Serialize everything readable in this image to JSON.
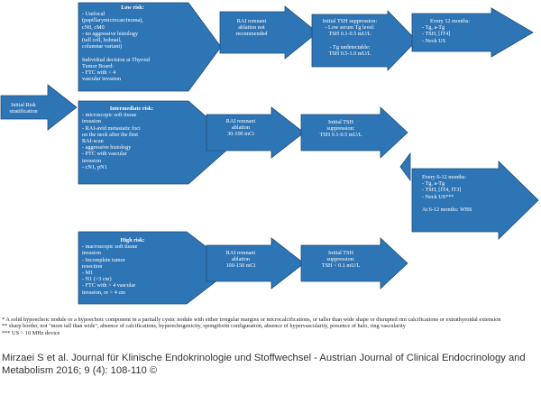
{
  "colors": {
    "box_fill": "#2e75b6",
    "box_stroke": "#1f4e79",
    "text_on_box": "#ffffff",
    "footnote_text": "#222222",
    "citation_text": "#333333"
  },
  "start": {
    "lines": [
      "Initial Risk",
      "stratification"
    ]
  },
  "low": {
    "title": "Low risk:",
    "criteria": [
      "- Unifocal",
      "(papillarymicrocarcinoma),",
      "cN0, cM0",
      "- no aggressive histology",
      "(tall cell, hobnail,",
      "columnar variant)",
      "",
      "Individual decision at Thyroid",
      "Tumor Board:",
      "- FTC with < 4",
      "vascular invasion"
    ],
    "ablation": [
      "RAI remnant",
      "ablation not",
      "recommended"
    ],
    "tsh": [
      "Initial TSH suppression:",
      "- Low serum Tg level:",
      "TSH 0.1-0.5 mU/L",
      "",
      "- Tg undetectable:",
      "TSH 0.5-1.0 mU/L"
    ],
    "followup": [
      "Every 12 months:",
      "- Tg, a-Tg",
      "- TSH, [fT4]",
      "- Neck US"
    ]
  },
  "intermediate": {
    "title": "Intermediate risk:",
    "criteria": [
      "- microscopic soft tissue",
      "invasion",
      "- RAI-avid metastatic foci",
      "on the neck after the first",
      "RAI-scan",
      "- aggressive histology",
      "- PTC with vascular",
      "invasion",
      "- cN1, pN1"
    ],
    "ablation": [
      "RAI remnant",
      "ablation",
      "30-100 mCi"
    ],
    "tsh": [
      "Initial TSH",
      "suppression:",
      "TSH 0.1-0.5 mU/L"
    ]
  },
  "high": {
    "title": "High risk:",
    "criteria": [
      "- macroscopic soft tissue",
      "invasion",
      "- Incomplete tumor",
      "resection",
      "- M1",
      "- N1 (>3 cm)",
      "- FTC with > 4 vascular",
      "invasion, or > 4 cm"
    ],
    "ablation": [
      "RAI remnant",
      "ablation",
      "100-150 mCi"
    ],
    "tsh": [
      "Initial TSH",
      "suppression:",
      "TSH < 0.1 mU/L"
    ]
  },
  "shared_followup": [
    "Every 6-12 months:",
    "- Tg, a-Tg",
    "- TSH, [fT4, fT3]",
    "- Neck US***",
    "",
    "At 6-12 months: WBS"
  ],
  "footnotes": [
    "* A solid hypoechoic nodule or a hypoechoic component in a partially cystic nodule with either irregular margins or microcalcifications, or taller than wide shape or disrupted rim calcifications or extrathyroidal extension",
    "** sharp border, not \"more tall than wide\", absence of calcifications, hyperechogenicity, spongiform configuration, absence of hypervascularity, presence of halo, ring vascularity",
    "*** US > 10 MHz device"
  ],
  "citation": "Mirzaei S et al. Journal für Klinische Endokrinologie und Stoffwechsel - Austrian Journal of Clinical Endocrinology and Metabolism 2016; 9 (4): 108-110 ©"
}
